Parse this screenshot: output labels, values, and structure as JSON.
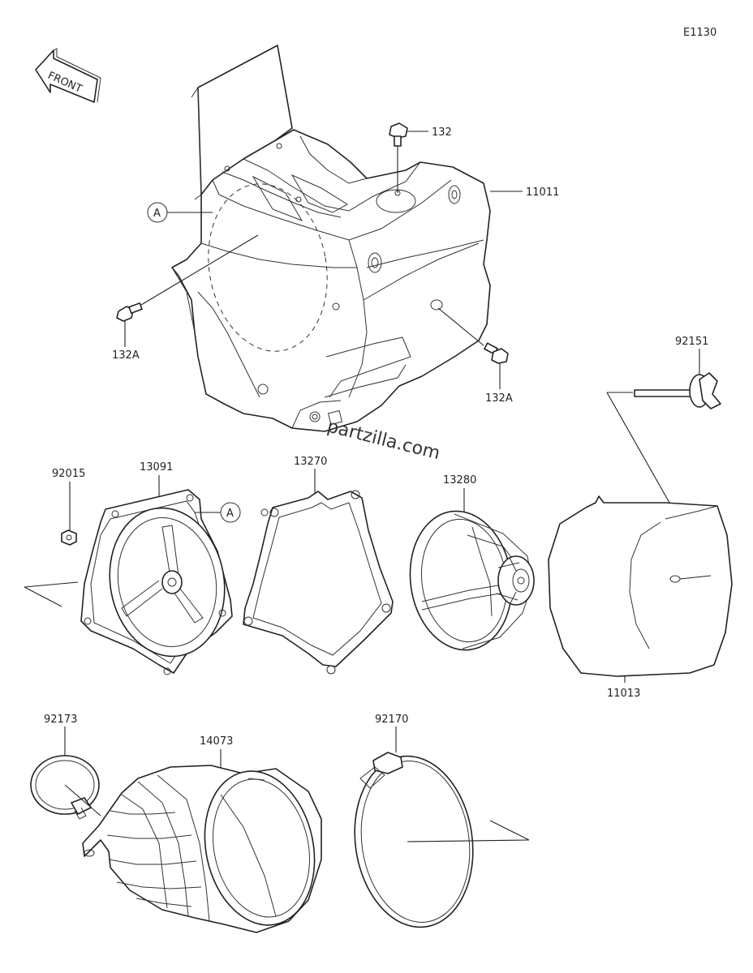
{
  "diagram_code": "E1130",
  "front_label": "FRONT",
  "ref_marker": "A",
  "watermark": "partzilla.com",
  "parts": {
    "p132": "132",
    "p11011": "11011",
    "p132A_left": "132A",
    "p132A_right": "132A",
    "p92151": "92151",
    "p92015": "92015",
    "p13091": "13091",
    "p13270": "13270",
    "p13280": "13280",
    "p11013": "11013",
    "p92173": "92173",
    "p14073": "14073",
    "p92170": "92170"
  }
}
